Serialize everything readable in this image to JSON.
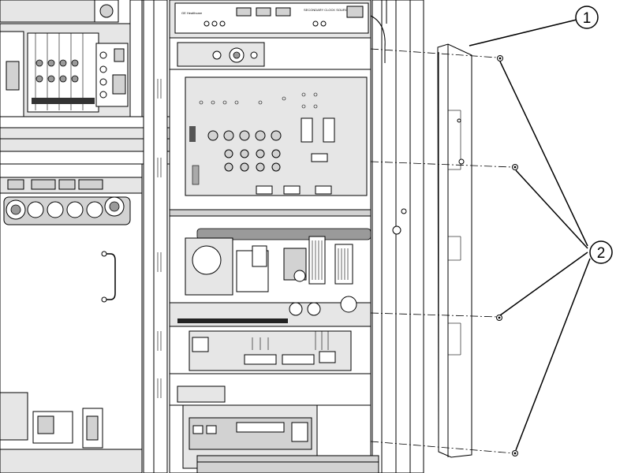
{
  "diagram": {
    "callouts": [
      {
        "id": "callout-1",
        "label": "1"
      },
      {
        "id": "callout-2",
        "label": "2"
      }
    ],
    "module_labels": {
      "top_brand": "GE Healthcare",
      "clock_module": "SECONDARY CLOCK SOURCE"
    }
  }
}
